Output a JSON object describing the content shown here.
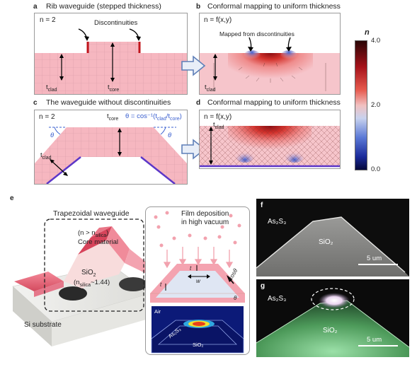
{
  "panels": {
    "a": {
      "letter": "a",
      "title": "Rib waveguide (stepped thickness)",
      "n": "n = 2",
      "discontinuities": "Discontinuities",
      "t_clad": "t",
      "t_clad_sub": "clad",
      "t_core": "t",
      "t_core_sub": "core"
    },
    "b": {
      "letter": "b",
      "title": "Conformal mapping to uniform thickness",
      "n": "n = f(x,y)",
      "mapped": "Mapped from discontinuities",
      "t_clad": "t",
      "t_clad_sub": "clad"
    },
    "c": {
      "letter": "c",
      "title": "The waveguide without discontinuities",
      "n": "n = 2",
      "t_core": "t",
      "t_core_sub": "core",
      "theta_eq": "θ = cos⁻¹(t",
      "theta_eq_sub1": "clad",
      "theta_eq_mid": "/t",
      "theta_eq_sub2": "core",
      "theta_eq_end": ")",
      "theta": "θ",
      "t_clad": "t",
      "t_clad_sub": "clad"
    },
    "d": {
      "letter": "d",
      "title": "Conformal mapping to uniform thickness",
      "n": "n = f(x,y)",
      "t_clad": "t",
      "t_clad_sub": "clad"
    },
    "e": {
      "letter": "e",
      "title": "Trapezoidal waveguide",
      "core_cond": "(n > n",
      "core_cond_sub": "silica",
      "core_cond_end": ")",
      "core_material": "Core material",
      "sio2": "SiO",
      "sio2_sub": "2",
      "nsilica": "(n",
      "nsilica_sub": "silica",
      "nsilica_end": "~1.44)",
      "substrate": "Si substrate",
      "film_line1": "Film deposition",
      "film_line2": "in high vacuum",
      "t": "t",
      "w": "w",
      "tcos": "tcosθ",
      "theta": "θ",
      "air": "Air",
      "as2s3": "As₂S₃",
      "sio2_inset": "SiO₂"
    },
    "f": {
      "letter": "f",
      "as2s3": "As₂S₃",
      "sio2": "SiO₂",
      "scale": "5 um"
    },
    "g": {
      "letter": "g",
      "as2s3": "As₂S₃",
      "sio2": "SiO₂",
      "scale": "5 um"
    }
  },
  "colorbar": {
    "label": "n",
    "max": "4.0",
    "mid": "2.0",
    "min": "0.0"
  },
  "colors": {
    "core": "#f6b7c0",
    "grid": "#d79aa5",
    "purple": "#5c37c8",
    "red": "#c0141b",
    "arrow_fill": "#e8eef8",
    "arrow_stroke": "#5e7fb8"
  }
}
